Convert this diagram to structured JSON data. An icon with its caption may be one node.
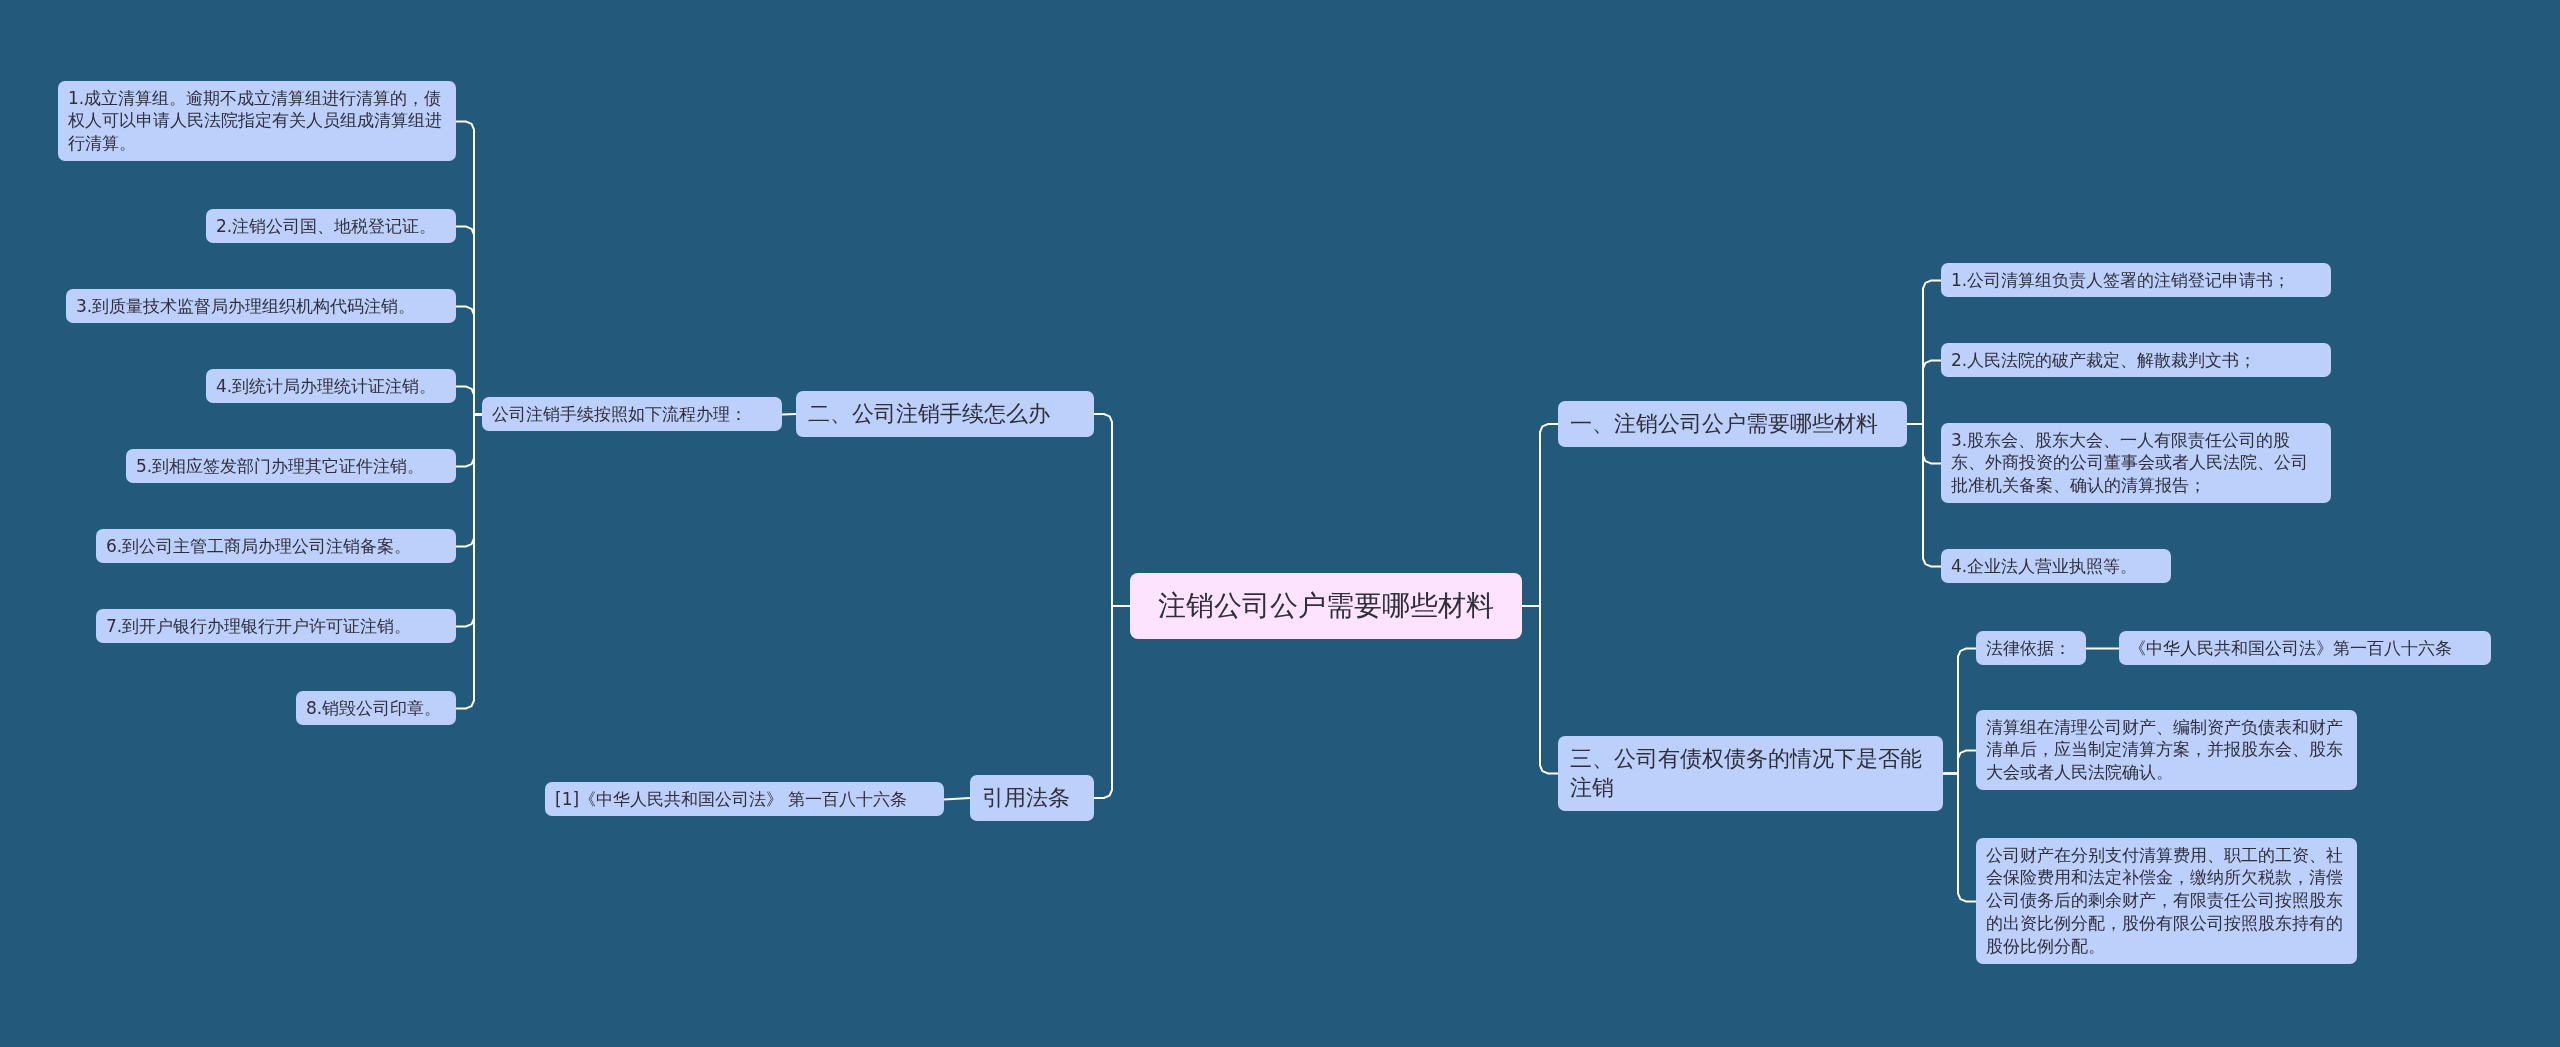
{
  "diagram": {
    "nodes": [
      {
        "text": [
          "注销公司公户需要哪些材料"
        ]
      },
      {
        "text": [
          "一、注销公司公户需要哪些材料"
        ]
      },
      {
        "text": [
          "1.公司清算组负责人签署的注销登记申请书；"
        ]
      },
      {
        "text": [
          "2.人民法院的破产裁定、解散裁判文书；"
        ]
      },
      {
        "text": [
          "3.股东会、股东大会、一人有限责任公司的股东、外商投资的公司董事会或者人民法院、公司批准机关备案、确认的清算报告；"
        ]
      },
      {
        "text": [
          "4.企业法人营业执照等。"
        ]
      },
      {
        "text": [
          "三、公司有债权债务的情况下是否能注销"
        ]
      },
      {
        "text": [
          "法律依据："
        ]
      },
      {
        "text": [
          "《中华人民共和国公司法》第一百八十六条"
        ]
      },
      {
        "text": [
          "清算组在清理公司财产、编制资产负债表和财产清单后，应当制定清算方案，并报股东会、股东大会或者人民法院确认。"
        ]
      },
      {
        "text": [
          "公司财产在分别支付清算费用、职工的工资、社会保险费用和法定补偿金，缴纳所欠税款，清偿公司债务后的剩余财产，有限责任公司按照股东的出资比例分配，股份有限公司按照股东持有的股份比例分配。"
        ]
      },
      {
        "text": [
          "二、公司注销手续怎么办"
        ]
      },
      {
        "text": [
          "公司注销手续按照如下流程办理："
        ]
      },
      {
        "text": [
          "1.成立清算组。逾期不成立清算组进行清算的，债权人可以申请人民法院指定有关人员组成清算组进行清算。"
        ]
      },
      {
        "text": [
          "2.注销公司国、地税登记证。"
        ]
      },
      {
        "text": [
          "3.到质量技术监督局办理组织机构代码注销。"
        ]
      },
      {
        "text": [
          "4.到统计局办理统计证注销。"
        ]
      },
      {
        "text": [
          "5.到相应签发部门办理其它证件注销。"
        ]
      },
      {
        "text": [
          "6.到公司主管工商局办理公司注销备案。"
        ]
      },
      {
        "text": [
          "7.到开户银行办理银行开户许可证注销。"
        ]
      },
      {
        "text": [
          "8.销毁公司印章。"
        ]
      },
      {
        "text": [
          "引用法条"
        ]
      },
      {
        "text": [
          "[1]《中华人民共和国公司法》 第一百八十六条"
        ]
      }
    ],
    "edges": [
      {
        "from": 0,
        "to": 1,
        "arrow": "none"
      },
      {
        "from": 1,
        "to": 2,
        "arrow": "none"
      },
      {
        "from": 1,
        "to": 3,
        "arrow": "none"
      },
      {
        "from": 1,
        "to": 4,
        "arrow": "none"
      },
      {
        "from": 1,
        "to": 5,
        "arrow": "none"
      },
      {
        "from": 0,
        "to": 6,
        "arrow": "none"
      },
      {
        "from": 6,
        "to": 7,
        "arrow": "none"
      },
      {
        "from": 7,
        "to": 8,
        "arrow": "none"
      },
      {
        "from": 6,
        "to": 9,
        "arrow": "none"
      },
      {
        "from": 6,
        "to": 10,
        "arrow": "none"
      },
      {
        "from": 0,
        "to": 11,
        "arrow": "none"
      },
      {
        "from": 11,
        "to": 12,
        "arrow": "none"
      },
      {
        "from": 12,
        "to": 13,
        "arrow": "none"
      },
      {
        "from": 12,
        "to": 14,
        "arrow": "none"
      },
      {
        "from": 12,
        "to": 15,
        "arrow": "none"
      },
      {
        "from": 12,
        "to": 16,
        "arrow": "none"
      },
      {
        "from": 12,
        "to": 17,
        "arrow": "none"
      },
      {
        "from": 12,
        "to": 18,
        "arrow": "none"
      },
      {
        "from": 12,
        "to": 19,
        "arrow": "none"
      },
      {
        "from": 12,
        "to": 20,
        "arrow": "none"
      },
      {
        "from": 0,
        "to": 21,
        "arrow": "none"
      },
      {
        "from": 21,
        "to": 22,
        "arrow": "none"
      }
    ]
  }
}
